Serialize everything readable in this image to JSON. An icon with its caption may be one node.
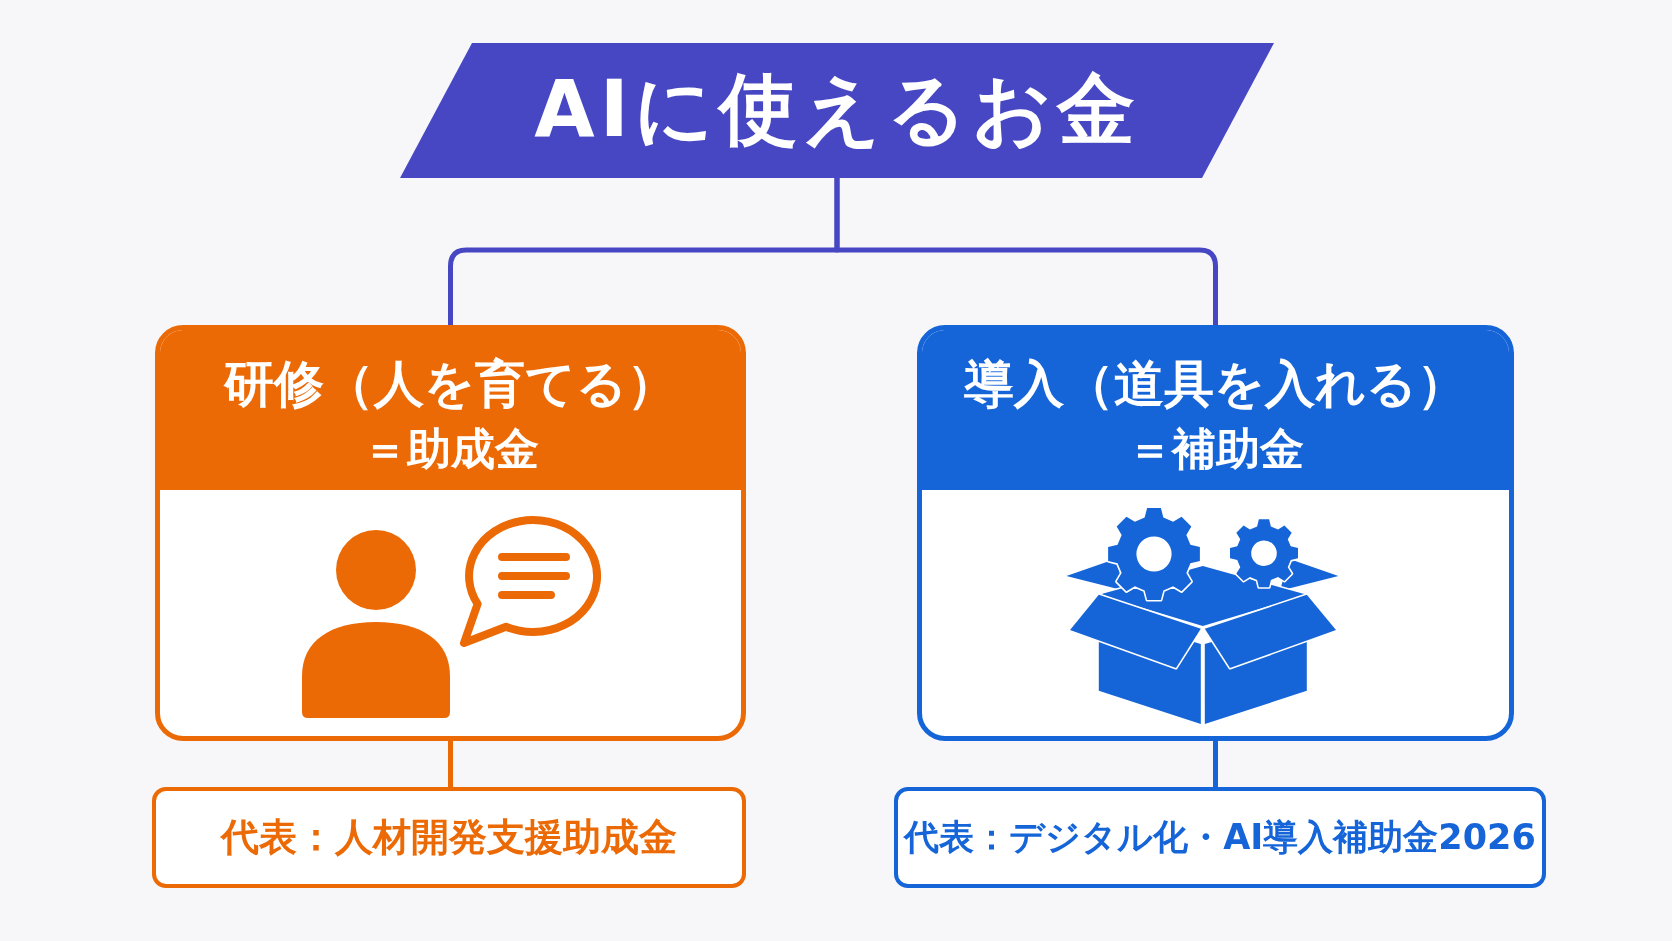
{
  "diagram": {
    "nodes": [
      {
        "text": [
          "AIに使えるお金"
        ]
      },
      {
        "text": [
          "研修（人を育てる）",
          "＝助成金"
        ]
      },
      {
        "text": [
          "代表：人材開発支援助成金"
        ]
      },
      {
        "text": [
          "導入（道具を入れる）",
          "＝補助金"
        ]
      },
      {
        "text": [
          "代表：デジタル化・AI導入補助金2026"
        ]
      }
    ],
    "edges": [
      {
        "from": 0,
        "to": 1,
        "arrow": "none"
      },
      {
        "from": 0,
        "to": 3,
        "arrow": "none"
      },
      {
        "from": 1,
        "to": 2,
        "arrow": "none",
        "color": "#ec6a06"
      },
      {
        "from": 3,
        "to": 4,
        "arrow": "none",
        "color": "#1565d8"
      }
    ]
  }
}
